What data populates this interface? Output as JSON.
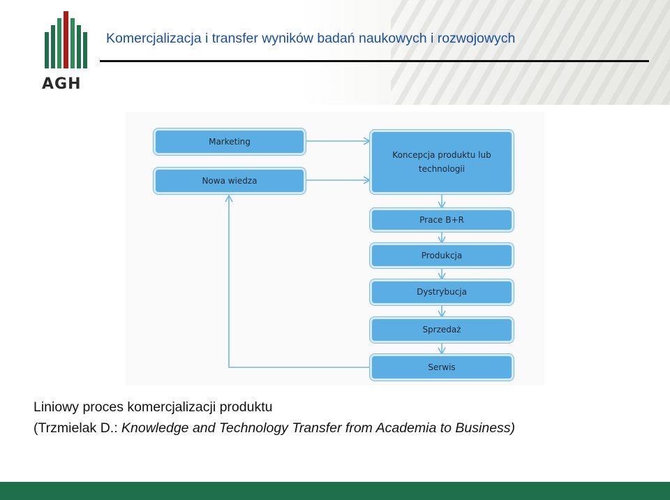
{
  "header": {
    "title": "Komercjalizacja i transfer wyników badań naukowych i rozwojowych",
    "logo_text": "AGH",
    "logo_icon": "agh-logo-icon",
    "title_color": "#1a4fa0"
  },
  "diagram": {
    "box_color": "#5aaee4",
    "arrow_color": "#6fb6e6",
    "nodes": {
      "marketing": "Marketing",
      "nowa_wiedza": "Nowa wiedza",
      "koncepcja_line1": "Koncepcja produktu lub",
      "koncepcja_line2": "technologii",
      "prace_br": "Prace B+R",
      "produkcja": "Produkcja",
      "dystrybucja": "Dystrybucja",
      "sprzedaz": "Sprzedaż",
      "serwis": "Serwis"
    }
  },
  "caption": {
    "line1": "Liniowy proces komercjalizacji produktu",
    "line2_prefix": "(Trzmielak D.: ",
    "line2_italic": "Knowledge and Technology Transfer from Academia to Business)"
  },
  "footer": {
    "bar_color": "#1f6f4a"
  }
}
